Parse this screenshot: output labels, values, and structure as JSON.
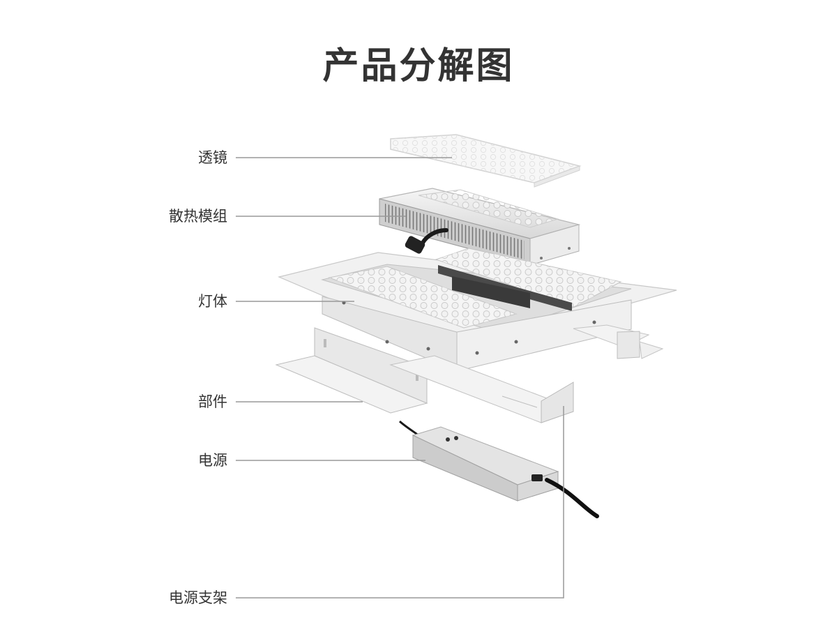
{
  "title": "产品分解图",
  "callouts": [
    {
      "id": "lens",
      "label": "透镜"
    },
    {
      "id": "heat-sink-module",
      "label": "散热模组"
    },
    {
      "id": "lamp-body",
      "label": "灯体"
    },
    {
      "id": "parts",
      "label": "部件"
    },
    {
      "id": "power-supply",
      "label": "电源"
    },
    {
      "id": "power-supply-bracket",
      "label": "电源支架"
    }
  ],
  "colors": {
    "text": "#333333",
    "leader_line": "#999999"
  }
}
